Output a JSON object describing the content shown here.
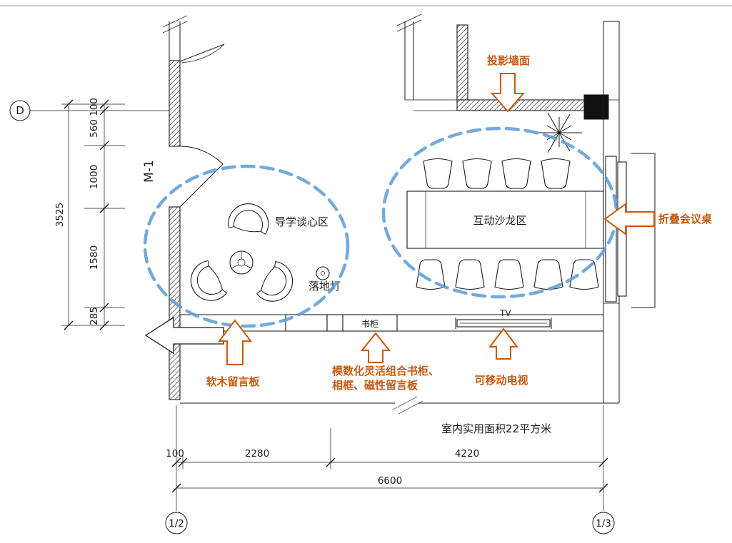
{
  "colors": {
    "annotation_orange": "#c55a11",
    "zone_blue": "#5b9bd5",
    "line_black": "#1a1a1a"
  },
  "grid": {
    "row_label": "D",
    "col_left": "1/2",
    "col_right": "1/3"
  },
  "door": {
    "label": "M-1"
  },
  "zones": {
    "left_label": "导学谈心区",
    "right_label": "互动沙龙区"
  },
  "furniture": {
    "floor_lamp": "落地灯",
    "bookcase": "书柜",
    "tv": "TV"
  },
  "annotations": {
    "projection_wall": "投影墙面",
    "folding_table": "折叠会议桌",
    "cork_board": "软木留言板",
    "modular_line1": "模数化灵活组合书柜、",
    "modular_line2": "相框、磁性留言板",
    "movable_tv": "可移动电视",
    "area_note": "室内实用面积22平方米"
  },
  "dimensions": {
    "left": {
      "segments": [
        "100",
        "560",
        "1000",
        "1580",
        "285"
      ],
      "total": "3525"
    },
    "bottom": {
      "segments": [
        "100",
        "2280",
        "4220"
      ],
      "total": "6600"
    }
  }
}
